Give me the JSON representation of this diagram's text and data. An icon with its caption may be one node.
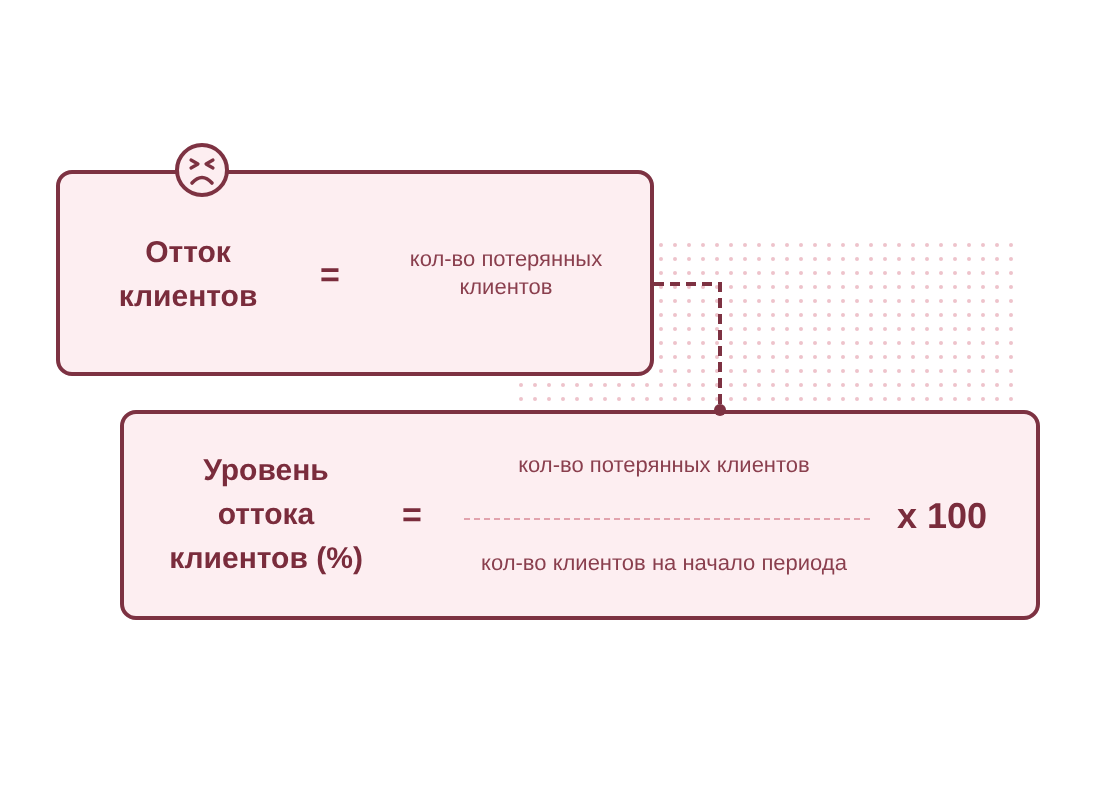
{
  "diagram": {
    "nodes": [
      {
        "text": [
          "Отток клиентов",
          "=",
          "кол-во потерянных клиентов"
        ]
      },
      {
        "text": [
          "Уровень оттока клиентов (%)",
          "=",
          "кол-во потерянных клиентов",
          "кол-во клиентов на начало периода",
          "x 100"
        ]
      }
    ],
    "edges": [
      {
        "from": 0,
        "to": 1,
        "arrow": "other",
        "style": "dashed"
      }
    ]
  }
}
